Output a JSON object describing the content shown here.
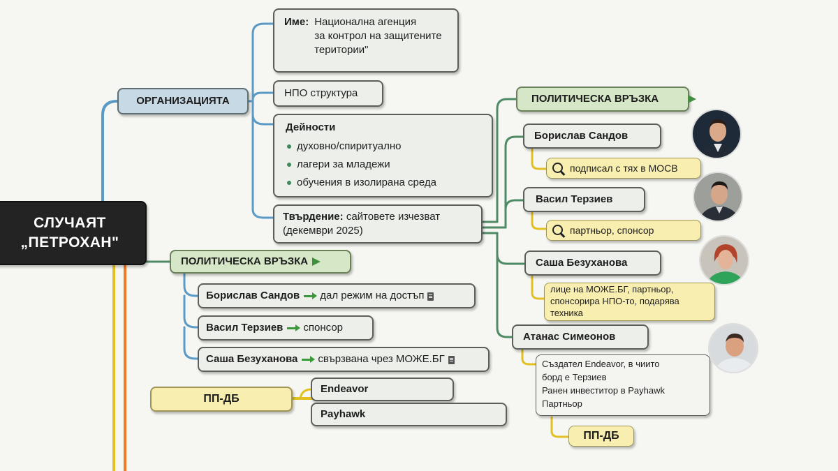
{
  "root": {
    "line1": "СЛУЧАЯТ",
    "line2": "„ПЕТРОХАН\""
  },
  "organization": {
    "label": "ОРГАНИЗАЦИЯТА",
    "name_label": "Име:",
    "name_lines": [
      "Национална агенция",
      "за контрол на защитените",
      "територии\""
    ],
    "structure": "НПО структура",
    "activities_title": "Дейности",
    "activities": [
      "духовно/спиритуално",
      "лагери за младежи",
      "обучения в изолирана среда"
    ],
    "claim_label": "Твърдение:",
    "claim_text": " сайтовете изчезват",
    "claim_line2": "(декември 2025)"
  },
  "political_left": {
    "label": "ПОЛИТИЧЕСКА ВРЪЗКА",
    "items": [
      {
        "name": "Борислав Сандов",
        "note": "дал режим на достъп"
      },
      {
        "name": "Васил Терзиев",
        "note": "спонсор"
      },
      {
        "name": "Саша Безуханова",
        "note": "свързвана чрез МОЖЕ.БГ"
      }
    ]
  },
  "ppdb_left": {
    "label": "ПП-ДБ",
    "items": [
      "Endeavor",
      "Payhawk"
    ]
  },
  "political_right": {
    "label": "ПОЛИТИЧЕСКА ВРЪЗКА",
    "persons": [
      {
        "name": "Борислав Сандов",
        "note": "подписал с тях в МОСВ"
      },
      {
        "name": "Васил Терзиев",
        "note": "партньор, спонсор"
      },
      {
        "name": "Саша Безуханова",
        "note_lines": [
          "лице на МОЖЕ.БГ, партньор,",
          "спонсорира НПО-то, подарява",
          "техника"
        ]
      },
      {
        "name": "Атанас Симеонов",
        "note_lines": [
          "Създател Endeavor, в чиито",
          "борд е Терзиев",
          "Ранен инвеститор в Payhawk",
          "Партньор"
        ],
        "sub": "ПП-ДБ"
      }
    ]
  },
  "colors": {
    "root": "#232323",
    "blue": "#c7d9e4",
    "green": "#d5e7c6",
    "yellow": "#f8eeb0",
    "wire_blue": "#5b9ac4",
    "wire_green": "#4e8a64",
    "wire_yellow": "#e2c022",
    "wire_orange": "#f07a2a"
  }
}
